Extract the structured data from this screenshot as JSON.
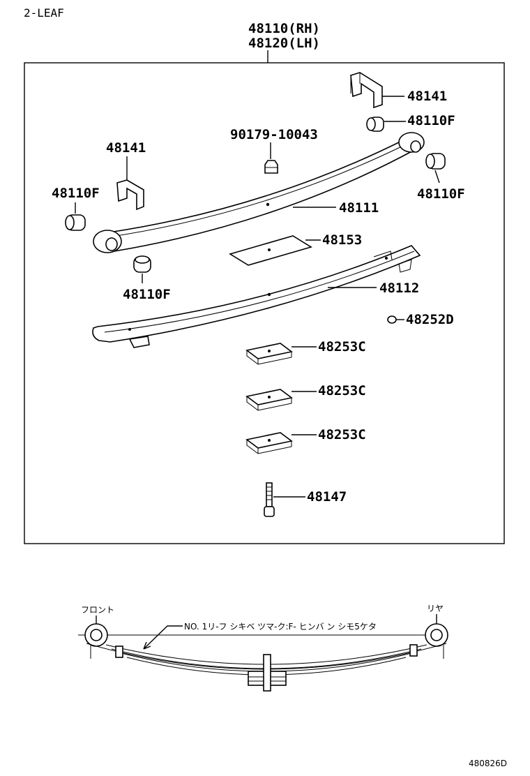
{
  "header": {
    "variant": "2-LEAF"
  },
  "assembly": {
    "part_rh": "48110(RH)",
    "part_lh": "48120(LH)"
  },
  "parts": {
    "clip_right": "48141",
    "bushing_top_right": "48110F",
    "nut": "90179-10043",
    "clip_left": "48141",
    "bushing_right": "48110F",
    "bushing_left": "48110F",
    "leaf_1": "48111",
    "insert": "48153",
    "bushing_bottom_left": "48110F",
    "leaf_2": "48112",
    "spacer_small": "48252D",
    "pad_1": "48253C",
    "pad_2": "48253C",
    "pad_3": "48253C",
    "bolt": "48147"
  },
  "side_view": {
    "front_label": "フロント",
    "rear_label": "リヤ",
    "note": "NO. 1リ-フ シキベ ツマ-ク:F- ヒンバ ン シモ5ケタ"
  },
  "footer": {
    "diagram_id": "480826D"
  }
}
